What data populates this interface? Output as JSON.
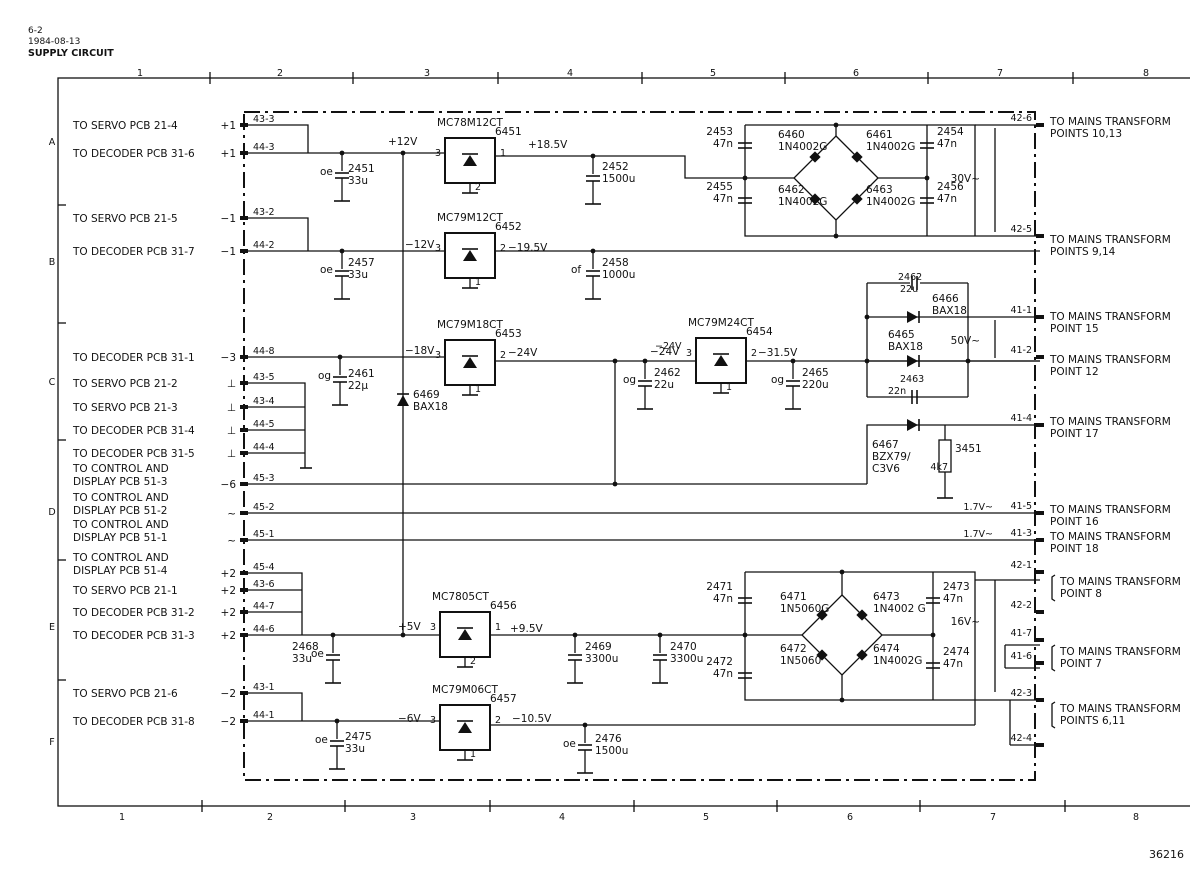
{
  "header": {
    "page": "6-2",
    "date": "1984-08-13",
    "title": "SUPPLY CIRCUIT"
  },
  "doc_number": "36216",
  "grid": {
    "columns": [
      "1",
      "2",
      "3",
      "4",
      "5",
      "6",
      "7",
      "8"
    ],
    "rows": [
      "A",
      "B",
      "C",
      "D",
      "E",
      "F"
    ]
  },
  "left_labels": [
    {
      "text": "TO SERVO PCB 21-4",
      "pol": "+1",
      "conn": "43-3"
    },
    {
      "text": "TO DECODER PCB 31-6",
      "pol": "+1",
      "conn": "44-3"
    },
    {
      "text": "TO SERVO PCB 21-5",
      "pol": "−1",
      "conn": "43-2"
    },
    {
      "text": "TO DECODER PCB 31-7",
      "pol": "−1",
      "conn": "44-2"
    },
    {
      "text": "TO DECODER PCB 31-1",
      "pol": "−3",
      "conn": "44-8"
    },
    {
      "text": "TO SERVO PCB 21-2",
      "pol": "⊥",
      "conn": "43-5"
    },
    {
      "text": "TO SERVO PCB 21-3",
      "pol": "⊥",
      "conn": "43-4"
    },
    {
      "text": "TO DECODER PCB 31-4",
      "pol": "⊥",
      "conn": "44-5"
    },
    {
      "text": "TO DECODER PCB 31-5",
      "pol": "⊥",
      "conn": "44-4"
    },
    {
      "text": "TO CONTROL AND|DISPLAY PCB 51-3",
      "pol": "−6",
      "conn": "45-3"
    },
    {
      "text": "TO CONTROL AND|DISPLAY PCB 51-2",
      "pol": "~",
      "conn": "45-2"
    },
    {
      "text": "TO CONTROL AND|DISPLAY PCB 51-1",
      "pol": "~",
      "conn": "45-1"
    },
    {
      "text": "TO CONTROL AND|DISPLAY PCB 51-4",
      "pol": "+2",
      "conn": "45-4"
    },
    {
      "text": "TO SERVO PCB 21-1",
      "pol": "+2",
      "conn": "43-6"
    },
    {
      "text": "TO DECODER PCB 31-2",
      "pol": "+2",
      "conn": "44-7"
    },
    {
      "text": "TO DECODER PCB 31-3",
      "pol": "+2",
      "conn": "44-6"
    },
    {
      "text": "TO SERVO PCB 21-6",
      "pol": "−2",
      "conn": "43-1"
    },
    {
      "text": "TO DECODER PCB 31-8",
      "pol": "−2",
      "conn": "44-1"
    }
  ],
  "right_labels": [
    {
      "line1": "TO MAINS TRANSFORM",
      "line2": "POINTS 10,13"
    },
    {
      "line1": "TO MAINS TRANSFORM",
      "line2": "POINTS 9,14"
    },
    {
      "line1": "TO MAINS TRANSFORM",
      "line2": "POINT 15"
    },
    {
      "line1": "TO MAINS TRANSFORM",
      "line2": "POINT 12"
    },
    {
      "line1": "TO MAINS TRANSFORM",
      "line2": "POINT 17"
    },
    {
      "line1": "TO MAINS TRANSFORM",
      "line2": "POINT 16"
    },
    {
      "line1": "TO MAINS TRANSFORM",
      "line2": "POINT 18"
    },
    {
      "line1": "TO MAINS TRANSFORM",
      "line2": "POINT  8"
    },
    {
      "line1": "TO MAINS TRANSFORM",
      "line2": "POINT  7"
    },
    {
      "line1": "TO MAINS TRANSFORM",
      "line2": "POINTS  6,11"
    }
  ],
  "right_connectors": [
    "42-6",
    "42-5",
    "41-1",
    "41-2",
    "41-4",
    "41-5",
    "41-3",
    "42-1",
    "42-2",
    "41-7",
    "41-6",
    "42-3",
    "42-4"
  ],
  "voltage_notes": [
    "30V~",
    "50V~",
    "16V~",
    "1.7V~",
    "1.7V~"
  ],
  "regulators": [
    {
      "type": "MC78M12CT",
      "ref": "6451",
      "pin_in": "3",
      "pin_out": "1",
      "pin_gnd": "2",
      "v_in": "+18.5V",
      "v_out": "+12V"
    },
    {
      "type": "MC79M12CT",
      "ref": "6452",
      "pin_in": "3",
      "pin_out": "2",
      "pin_gnd": "1",
      "v_in": "−19.5V",
      "v_out": "−12V"
    },
    {
      "type": "MC79M18CT",
      "ref": "6453",
      "pin_in": "3",
      "pin_out": "2",
      "pin_gnd": "1",
      "v_in": "−24V",
      "v_out": "−18V"
    },
    {
      "type": "MC79M24CT",
      "ref": "6454",
      "pin_in": "3",
      "pin_out": "2",
      "pin_gnd": "1",
      "v_in": "−31.5V",
      "v_out": "−24V"
    },
    {
      "type": "MC7805CT",
      "ref": "6456",
      "pin_in": "3",
      "pin_out": "1",
      "pin_gnd": "2",
      "v_in": "+9.5V",
      "v_out": "+5V"
    },
    {
      "type": "MC79M06CT",
      "ref": "6457",
      "pin_in": "3",
      "pin_out": "2",
      "pin_gnd": "1",
      "v_in": "−10.5V",
      "v_out": "−6V"
    }
  ],
  "capacitors": [
    {
      "ref": "2451",
      "val": "33u",
      "mark": "oe"
    },
    {
      "ref": "2452",
      "val": "1500u",
      "mark": ""
    },
    {
      "ref": "2453",
      "val": "47n",
      "mark": ""
    },
    {
      "ref": "2454",
      "val": "47n",
      "mark": ""
    },
    {
      "ref": "2455",
      "val": "47n",
      "mark": ""
    },
    {
      "ref": "2456",
      "val": "47n",
      "mark": ""
    },
    {
      "ref": "2457",
      "val": "33u",
      "mark": "oe"
    },
    {
      "ref": "2458",
      "val": "1000u",
      "mark": "of"
    },
    {
      "ref": "2461",
      "val": "22µ",
      "mark": "og"
    },
    {
      "ref": "2462",
      "val": "22u",
      "mark": "og"
    },
    {
      "ref": "2463",
      "val": "22n",
      "mark": ""
    },
    {
      "ref": "2464",
      "val": "22n",
      "mark": ""
    },
    {
      "ref": "2465",
      "val": "220u",
      "mark": "og"
    },
    {
      "ref": "2468",
      "val": "33u",
      "mark": "oe"
    },
    {
      "ref": "2469",
      "val": "3300u",
      "mark": ""
    },
    {
      "ref": "2470",
      "val": "3300u",
      "mark": ""
    },
    {
      "ref": "2471",
      "val": "47n",
      "mark": ""
    },
    {
      "ref": "2472",
      "val": "47n",
      "mark": ""
    },
    {
      "ref": "2473",
      "val": "47n",
      "mark": ""
    },
    {
      "ref": "2474",
      "val": "47n",
      "mark": ""
    },
    {
      "ref": "2475",
      "val": "33u",
      "mark": "oe"
    },
    {
      "ref": "2476",
      "val": "1500u",
      "mark": "oe"
    }
  ],
  "diodes": [
    {
      "ref": "6460",
      "type": "1N4002G"
    },
    {
      "ref": "6461",
      "type": "1N4002G"
    },
    {
      "ref": "6462",
      "type": "1N4002G"
    },
    {
      "ref": "6463",
      "type": "1N4002G"
    },
    {
      "ref": "6465",
      "type": "BAX18"
    },
    {
      "ref": "6466",
      "type": "BAX18"
    },
    {
      "ref": "6467",
      "type": "BZX79/|C3V6"
    },
    {
      "ref": "6469",
      "type": "BAX18"
    },
    {
      "ref": "6471",
      "type": "1N5060G"
    },
    {
      "ref": "6472",
      "type": "1N5060"
    },
    {
      "ref": "6473",
      "type": "1N4002 G"
    },
    {
      "ref": "6474",
      "type": "1N4002G"
    }
  ],
  "resistors": [
    {
      "ref": "3451",
      "val": "4k7"
    }
  ],
  "other": {
    "stray_label": "−24V"
  }
}
